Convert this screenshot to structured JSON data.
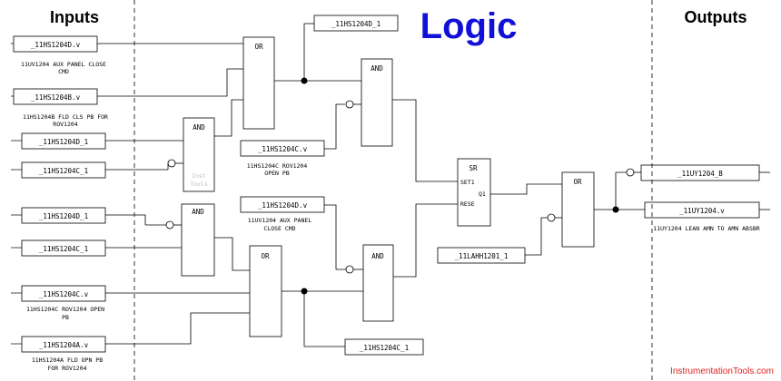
{
  "headers": {
    "inputs": "Inputs",
    "logic": "Logic",
    "outputs": "Outputs"
  },
  "colors": {
    "logic_title": "#1010d8",
    "watermark": "#e02020",
    "ink": "#000000",
    "faint": "#bbbbbb"
  },
  "inputs": {
    "in1": {
      "tag": "_11HS1204D.v",
      "desc1": "11UV1204 AUX PANEL CLOSE",
      "desc2": "CMD"
    },
    "in2": {
      "tag": "_11HS1204B.v",
      "desc1": "11HS1204B FLD CLS PB FOR",
      "desc2": "ROV1204"
    },
    "in3": {
      "tag": "_11HS1204D_1"
    },
    "in4": {
      "tag": "_11HS1204C_1"
    },
    "in5": {
      "tag": "_11HS1204D_1"
    },
    "in6": {
      "tag": "_11HS1204C_1"
    },
    "in7": {
      "tag": "_11HS1204C.v",
      "desc1": "11HS1204C ROV1204 OPEN",
      "desc2": "PB"
    },
    "in8": {
      "tag": "_11HS1204A.v",
      "desc1": "11HS1204A FLD OPN PB",
      "desc2": "FOR ROV1204"
    }
  },
  "logic_tags": {
    "d_top": {
      "tag": "_11HS1204D_1"
    },
    "c_mid": {
      "tag": "_11HS1204C.v",
      "desc1": "11HS1204C ROV1204",
      "desc2": "OPEN PB"
    },
    "d_mid": {
      "tag": "_11HS1204D.v",
      "desc1": "11UV1204 AUX PANEL",
      "desc2": "CLOSE CMD"
    },
    "lahh": {
      "tag": "_11LAHH1201_1"
    },
    "c_bot": {
      "tag": "_11HS1204C_1"
    }
  },
  "gates": {
    "or1": "OR",
    "and1": "AND",
    "and2": "AND",
    "and3": "AND",
    "or2": "OR",
    "and4": "AND",
    "sr": {
      "label": "SR",
      "set": "SET1",
      "reset": "RESE",
      "q": "Q1"
    },
    "or3": "OR"
  },
  "gate_watermark": {
    "line1": "Inst",
    "line2": "Tools"
  },
  "outputs": {
    "out1": {
      "tag": "_11UY1204_B"
    },
    "out2": {
      "tag": "_11UY1204.v",
      "desc": "11UY1204 LEAN AMN TO AMN ABSBR"
    }
  },
  "watermark": "InstrumentationTools.com"
}
